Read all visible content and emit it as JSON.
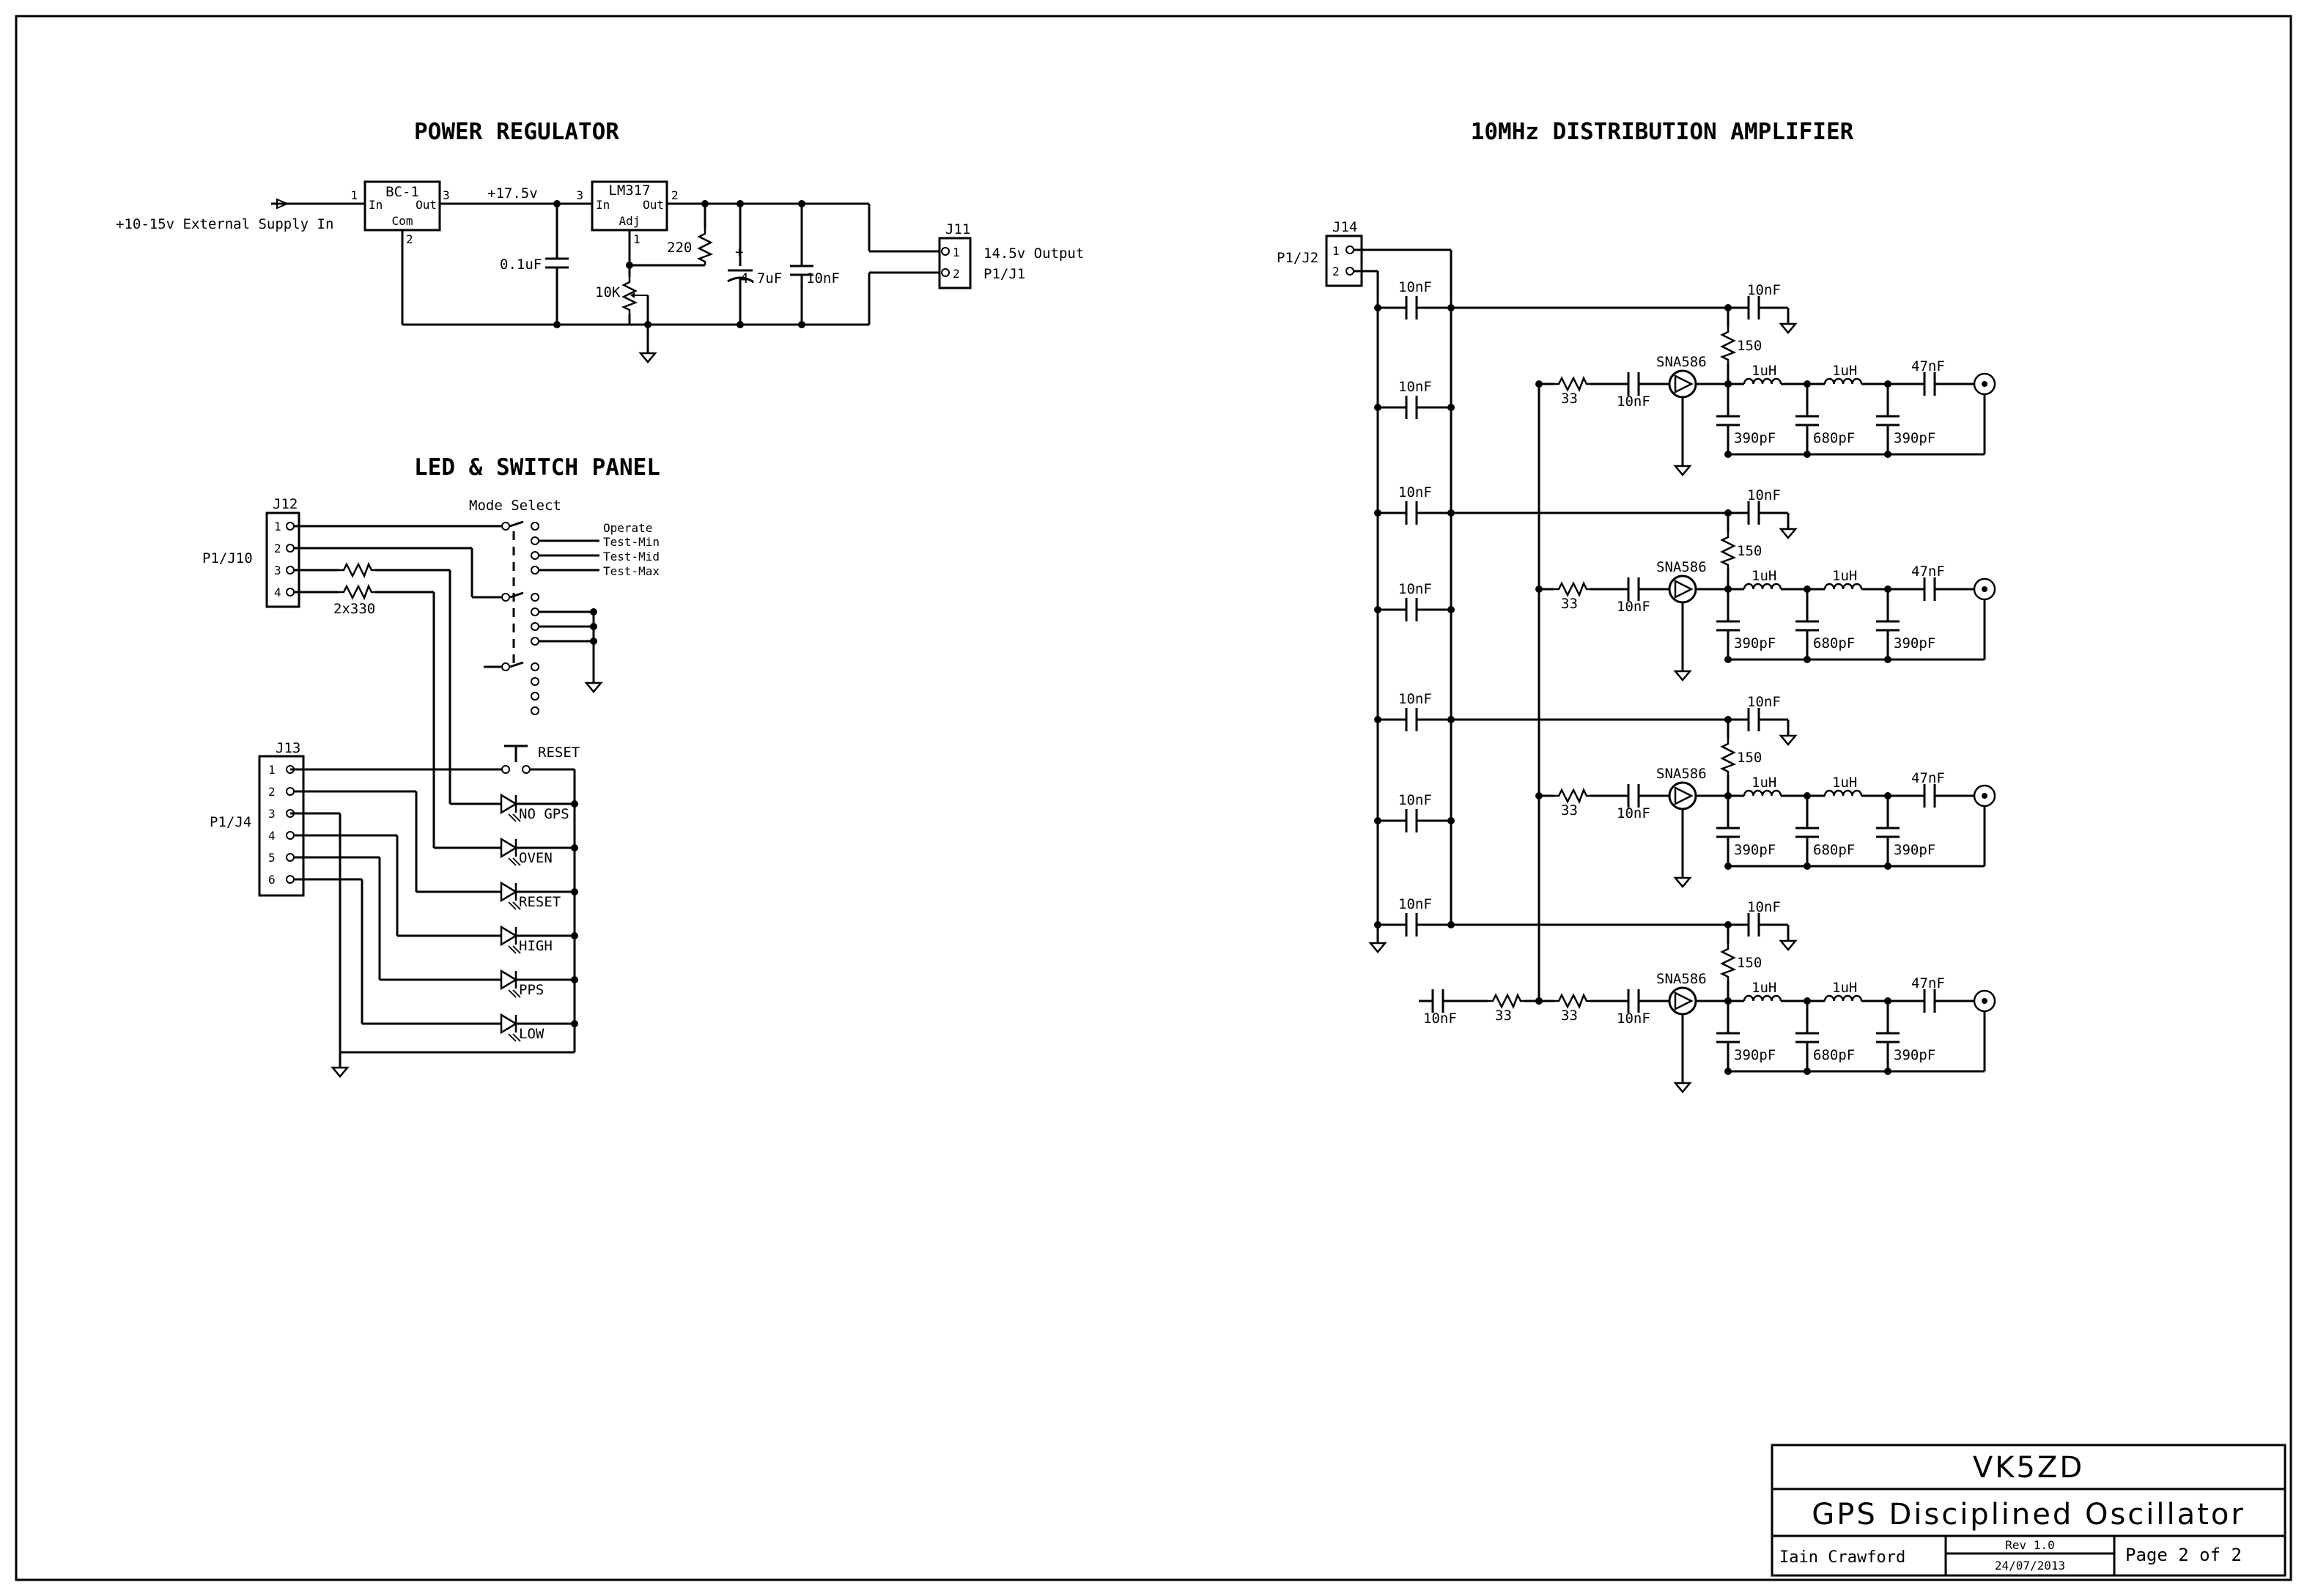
{
  "titles": {
    "power_regulator": "POWER REGULATOR",
    "led_switch_panel": "LED & SWITCH PANEL",
    "distribution_amplifier": "10MHz DISTRIBUTION AMPLIFIER"
  },
  "power": {
    "input_label": "+10-15v External Supply In",
    "bc1": {
      "name": "BC-1",
      "in": "In",
      "out": "Out",
      "com": "Com",
      "pin1": "1",
      "pin2": "2",
      "pin3": "3"
    },
    "rail_label": "+17.5v",
    "lm317": {
      "name": "LM317",
      "in": "In",
      "out": "Out",
      "adj": "Adj",
      "pin1": "1",
      "pin2": "2",
      "pin3": "3"
    },
    "c_in": "0.1uF",
    "r_adj": "220",
    "pot": "10K",
    "c_out1": "4.7uF",
    "c_out1_plus": "+",
    "c_out2": "10nF",
    "j11": {
      "name": "J11",
      "pin1": "1",
      "pin2": "2",
      "label1": "14.5v Output",
      "label2": "P1/J1"
    }
  },
  "led_panel": {
    "j12": {
      "name": "J12",
      "label": "P1/J10",
      "pins": [
        "1",
        "2",
        "3",
        "4"
      ]
    },
    "resistors": "2x330",
    "mode_select": "Mode Select",
    "modes": [
      "Operate",
      "Test-Min",
      "Test-Mid",
      "Test-Max"
    ],
    "reset_switch": "RESET",
    "j13": {
      "name": "J13",
      "label": "P1/J4",
      "pins": [
        "1",
        "2",
        "3",
        "4",
        "5",
        "6"
      ]
    },
    "leds": [
      "NO GPS",
      "OVEN",
      "RESET",
      "HIGH",
      "PPS",
      "LOW"
    ]
  },
  "amplifier": {
    "j14": {
      "name": "J14",
      "label": "P1/J2",
      "pins": [
        "1",
        "2"
      ]
    },
    "input_cap": "10nF",
    "input_res": "33",
    "stage": {
      "amp": "SNA586",
      "bias_res": "150",
      "supply_cap": "10nF",
      "in_res": "33",
      "in_cap": "10nF",
      "l1": "1uH",
      "l2": "1uH",
      "c_shunt1": "390pF",
      "c_shunt2": "680pF",
      "c_shunt3": "390pF",
      "out_cap": "47nF"
    },
    "decoupling_caps": [
      "10nF",
      "10nF",
      "10nF",
      "10nF",
      "10nF",
      "10nF",
      "10nF"
    ]
  },
  "title_block": {
    "callsign": "VK5ZD",
    "project": "GPS Disciplined Oscillator",
    "author": "Iain Crawford",
    "revision": "Rev 1.0",
    "date": "24/07/2013",
    "page": "Page 2 of 2"
  }
}
